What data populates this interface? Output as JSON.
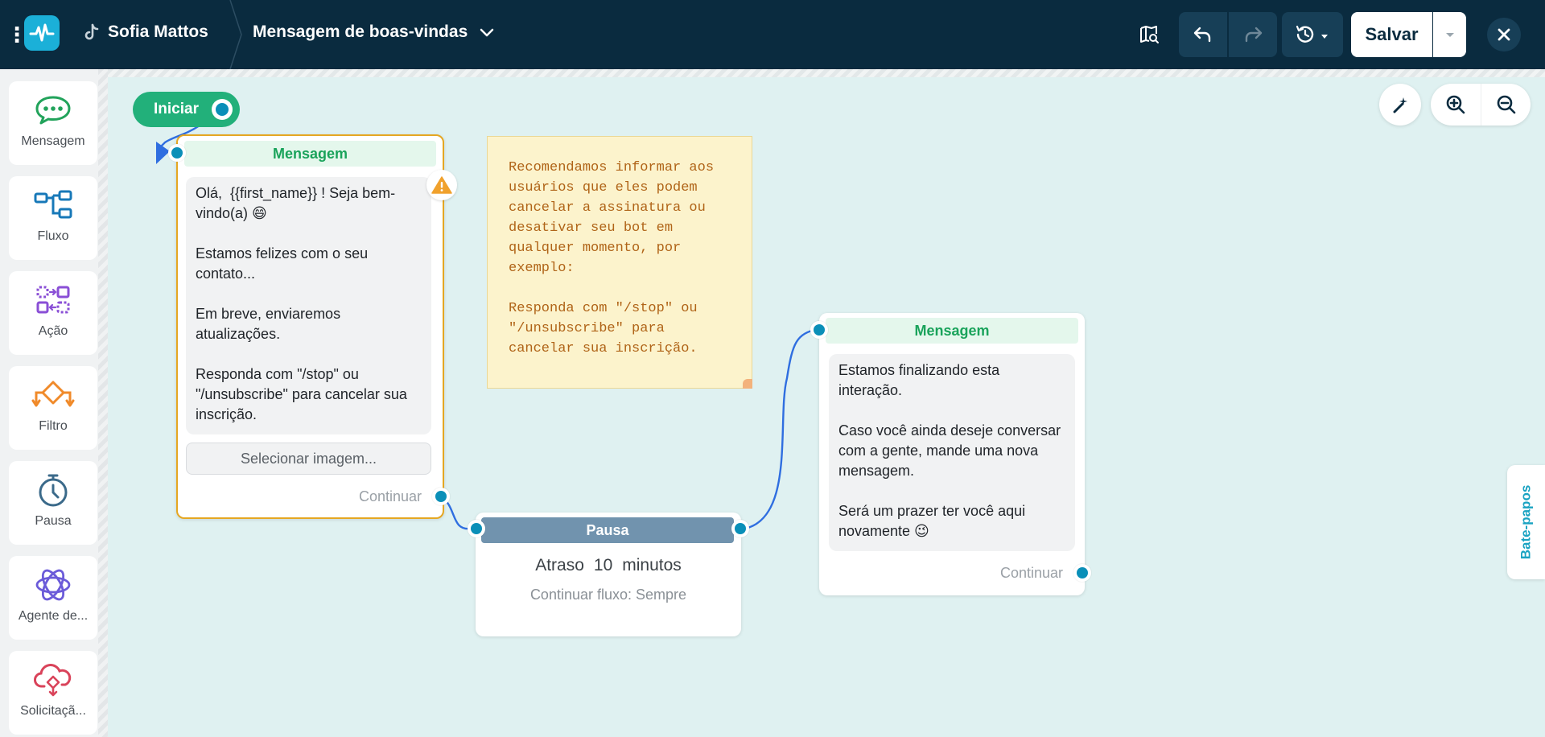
{
  "topbar": {
    "channel_name": "Sofia Mattos",
    "flow_title": "Mensagem de boas-vindas",
    "save_label": "Salvar"
  },
  "sidebar": {
    "items": [
      {
        "label": "Mensagem",
        "icon": "chat-bubble-icon",
        "color": "#22a35b"
      },
      {
        "label": "Fluxo",
        "icon": "flow-icon",
        "color": "#1778b8"
      },
      {
        "label": "Ação",
        "icon": "action-icon",
        "color": "#8a4fd6"
      },
      {
        "label": "Filtro",
        "icon": "filter-icon",
        "color": "#f08a2a"
      },
      {
        "label": "Pausa",
        "icon": "stopwatch-icon",
        "color": "#3b6a8a"
      },
      {
        "label": "Agente de...",
        "icon": "ai-agent-icon",
        "color": "#6b5bd9"
      },
      {
        "label": "Solicitaçã...",
        "icon": "request-cloud-icon",
        "color": "#d9435a"
      }
    ]
  },
  "canvas": {
    "start_label": "Iniciar",
    "message1": {
      "header": "Mensagem",
      "text": "Olá,  {{first_name}} ! Seja bem-vindo(a) 😄\n\nEstamos felizes com o seu contato...\n\nEm breve, enviaremos atualizações.\n\nResponda com \"/stop\" ou \"/unsubscribe\" para cancelar sua inscrição.",
      "image_button": "Selecionar imagem...",
      "continue_label": "Continuar"
    },
    "note": {
      "text": "Recomendamos informar aos\nusuários que eles podem\ncancelar a assinatura ou\ndesativar seu bot em\nqualquer momento, por\nexemplo:\n\nResponda com \"/stop\" ou\n\"/unsubscribe\" para\ncancelar sua inscrição."
    },
    "pause": {
      "header": "Pausa",
      "delay_prefix": "Atraso",
      "delay_value": "10",
      "delay_unit": "minutos",
      "continue_flow": "Continuar fluxo: Sempre"
    },
    "message2": {
      "header": "Mensagem",
      "text": "Estamos finalizando esta interação.\n\nCaso você ainda deseje conversar com a gente, mande uma nova mensagem.\n\nSerá um prazer ter você aqui novamente 😉",
      "continue_label": "Continuar"
    }
  },
  "right_panel": {
    "chats_tab_label": "Bate-papos"
  },
  "colors": {
    "topbar": "#0a2b3f",
    "canvas": "#dff1f1",
    "accent": "#0a8fb8",
    "start": "#22b07a",
    "selected_border": "#e5a722",
    "connection": "#2f6ee0"
  }
}
